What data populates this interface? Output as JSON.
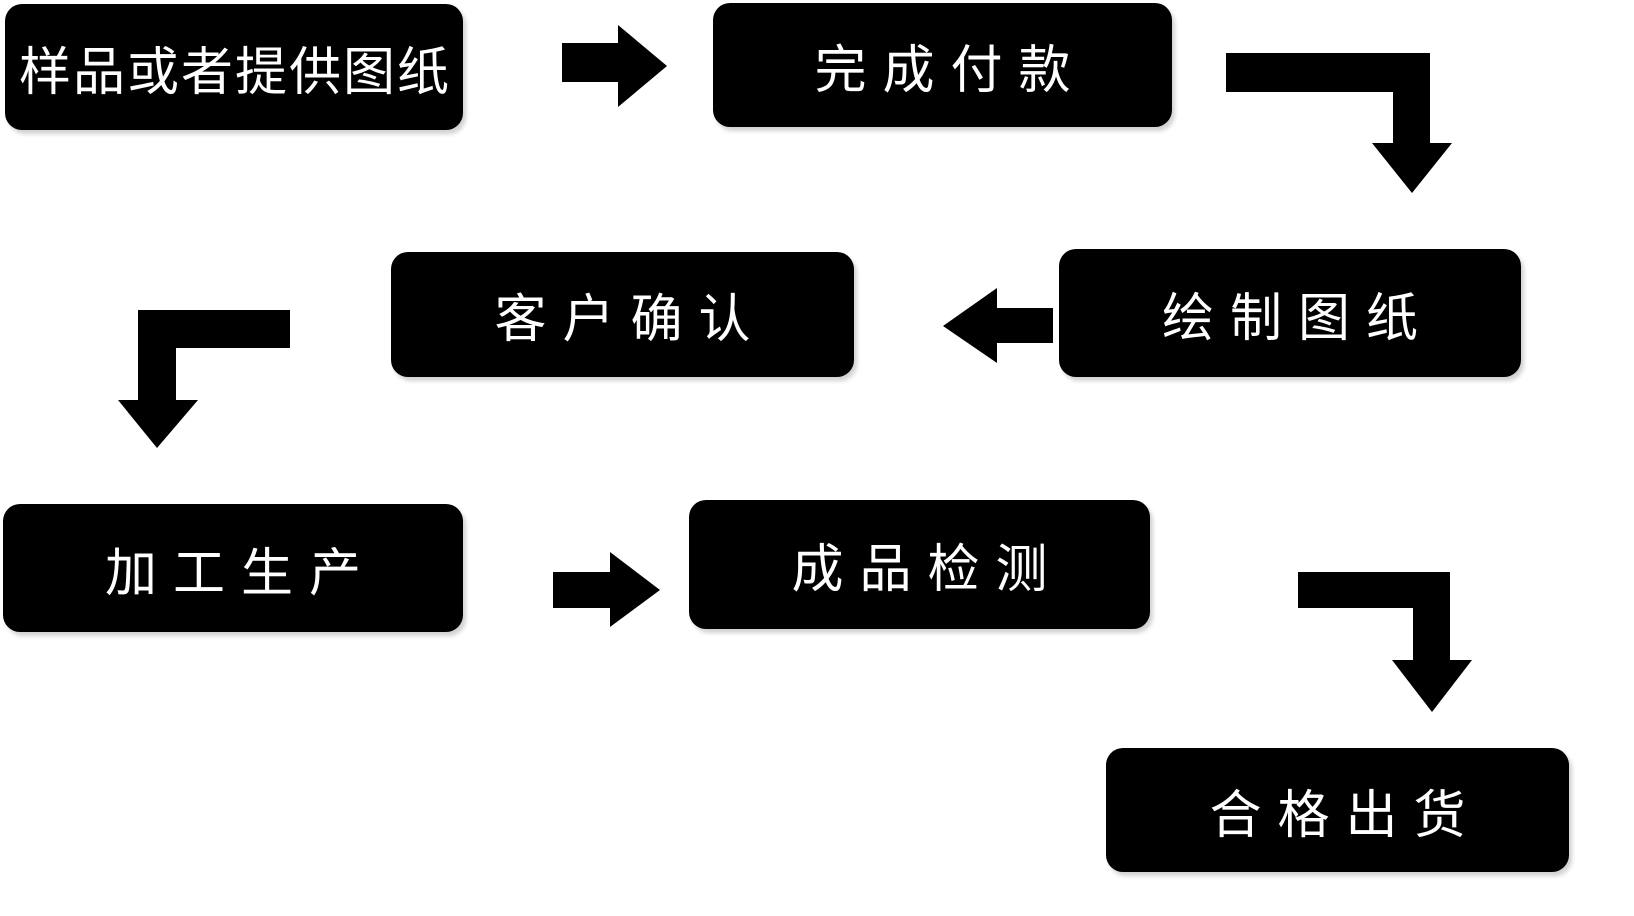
{
  "flowchart": {
    "type": "flowchart",
    "background": "#ffffff",
    "colors": {
      "node_bg": "#000000",
      "node_text": "#ffffff",
      "arrow": "#000000"
    },
    "nodes": [
      {
        "id": "sample",
        "label": "样品或者提供图纸"
      },
      {
        "id": "payment",
        "label": "完成付款"
      },
      {
        "id": "drawing",
        "label": "绘制图纸"
      },
      {
        "id": "confirm",
        "label": "客户确认"
      },
      {
        "id": "production",
        "label": "加工生产"
      },
      {
        "id": "inspection",
        "label": "成品检测"
      },
      {
        "id": "shipment",
        "label": "合格出货"
      }
    ],
    "edges": [
      {
        "from": "sample",
        "to": "payment",
        "shape": "straight-right-arrow"
      },
      {
        "from": "payment",
        "to": "drawing",
        "shape": "elbow-right-then-down-arrow"
      },
      {
        "from": "drawing",
        "to": "confirm",
        "shape": "straight-left-arrow"
      },
      {
        "from": "confirm",
        "to": "production",
        "shape": "elbow-left-then-down-arrow"
      },
      {
        "from": "production",
        "to": "inspection",
        "shape": "straight-right-arrow"
      },
      {
        "from": "inspection",
        "to": "shipment",
        "shape": "elbow-right-then-down-arrow"
      }
    ]
  }
}
